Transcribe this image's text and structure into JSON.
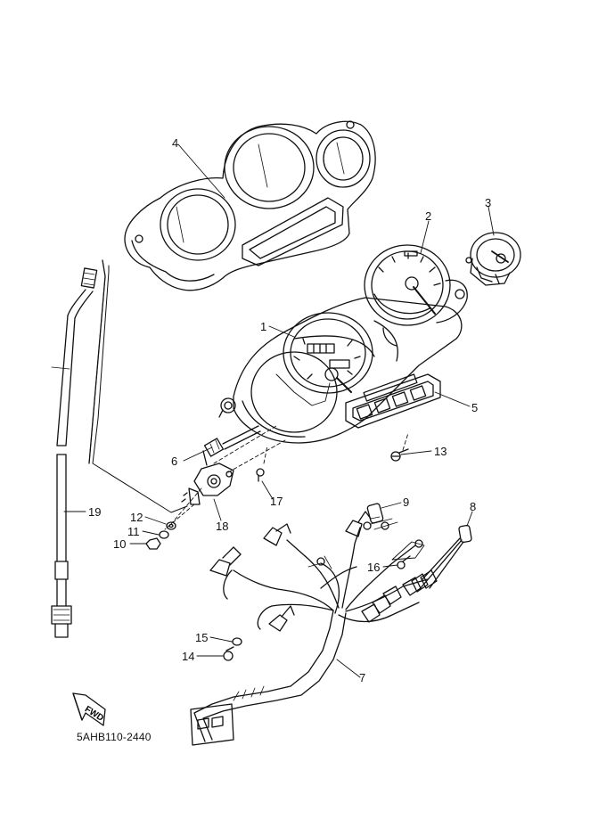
{
  "diagram": {
    "code": "5AHB110-2440",
    "fwd_label": "FWD",
    "callouts": [
      {
        "id": "c4",
        "label": "4"
      },
      {
        "id": "c2",
        "label": "2"
      },
      {
        "id": "c3",
        "label": "3"
      },
      {
        "id": "c1",
        "label": "1"
      },
      {
        "id": "c5",
        "label": "5"
      },
      {
        "id": "c6",
        "label": "6"
      },
      {
        "id": "c13",
        "label": "13"
      },
      {
        "id": "c17",
        "label": "17"
      },
      {
        "id": "c19",
        "label": "19"
      },
      {
        "id": "c9",
        "label": "9"
      },
      {
        "id": "c8",
        "label": "8"
      },
      {
        "id": "c12",
        "label": "12"
      },
      {
        "id": "c18",
        "label": "18"
      },
      {
        "id": "c11",
        "label": "11"
      },
      {
        "id": "c10",
        "label": "10"
      },
      {
        "id": "c16",
        "label": "16"
      },
      {
        "id": "c15",
        "label": "15"
      },
      {
        "id": "c14",
        "label": "14"
      },
      {
        "id": "c7",
        "label": "7"
      }
    ]
  }
}
